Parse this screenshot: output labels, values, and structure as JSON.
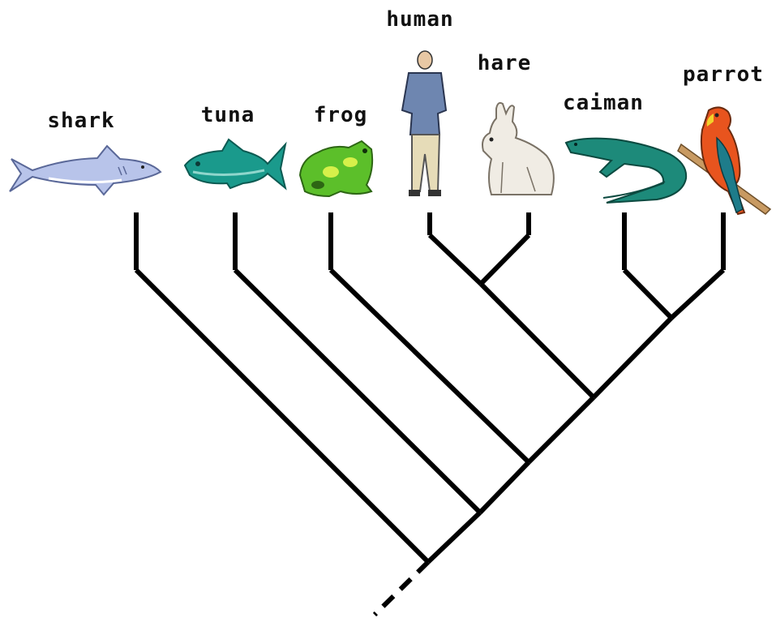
{
  "diagram": {
    "type": "cladogram",
    "taxa": [
      {
        "id": "shark",
        "label": "shark",
        "icon": "shark-icon"
      },
      {
        "id": "tuna",
        "label": "tuna",
        "icon": "tuna-icon"
      },
      {
        "id": "frog",
        "label": "frog",
        "icon": "frog-icon"
      },
      {
        "id": "human",
        "label": "human",
        "icon": "human-icon"
      },
      {
        "id": "hare",
        "label": "hare",
        "icon": "hare-icon"
      },
      {
        "id": "caiman",
        "label": "caiman",
        "icon": "caiman-icon"
      },
      {
        "id": "parrot",
        "label": "parrot",
        "icon": "parrot-icon"
      }
    ],
    "tree": "(shark,(tuna,(frog,((human,hare),(caiman,parrot)))))",
    "root_continues": true,
    "line_color": "#000000",
    "icon_colors": {
      "shark": "#b8c4ea",
      "tuna": "#1a9a8c",
      "frog": "#5cbf2a",
      "human_shirt": "#6e86b0",
      "human_pants": "#e6dcb8",
      "hare": "#f0ece4",
      "caiman": "#1d8a7a",
      "parrot_body": "#e8541e",
      "parrot_wing": "#1e7c8a",
      "parrot_perch": "#c89a62"
    }
  }
}
